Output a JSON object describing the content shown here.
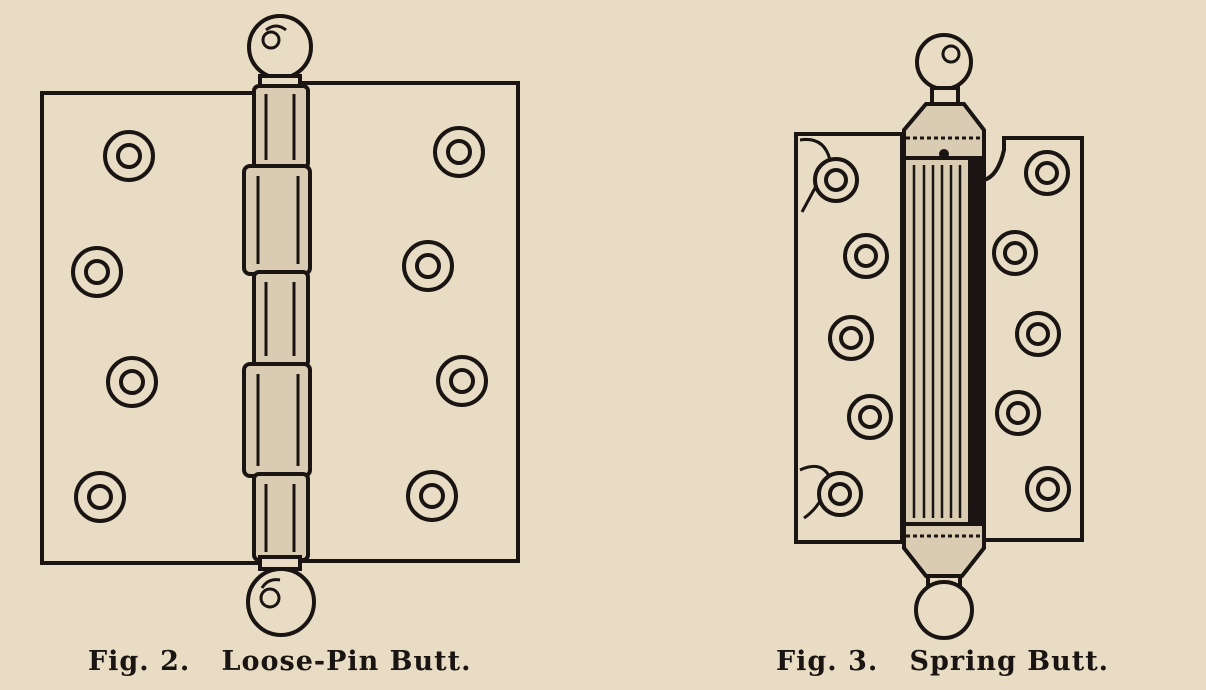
{
  "figures": [
    {
      "number_label": "Fig. 2.",
      "title": "Loose-Pin Butt."
    },
    {
      "number_label": "Fig. 3.",
      "title": "Spring Butt."
    }
  ],
  "colors": {
    "paper": "#e8dcc4",
    "ink": "#1a1512",
    "pin_fill": "#d9ccb2"
  }
}
